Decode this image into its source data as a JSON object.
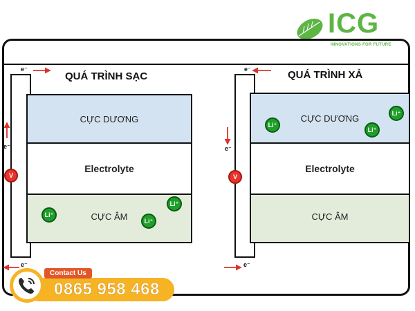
{
  "brand": {
    "name": "ICG",
    "tagline": "INNOVATIONS FOR FUTURE",
    "color": "#5db544",
    "icon": "leaf-logo-icon"
  },
  "charging": {
    "title": "QUÁ TRÌNH SẠC",
    "electron_top": "e⁻",
    "electron_side": "e⁻",
    "electron_bottom": "e⁻",
    "voltmeter": "V",
    "positive": "CỰC DƯƠNG",
    "electrolyte": "Electrolyte",
    "negative": "CỰC ÂM",
    "ion_label": "Li⁺"
  },
  "discharging": {
    "title": "QUÁ TRÌNH XẢ",
    "electron_top": "e⁻",
    "electron_side": "e⁻",
    "electron_bottom": "e⁻",
    "voltmeter": "V",
    "positive": "CỰC DƯƠNG",
    "electrolyte": "Electrolyte",
    "negative": "CỰC ÂM",
    "ion_label": "Li⁺"
  },
  "contact": {
    "label": "Contact Us",
    "phone": "0865 958 468",
    "icon": "phone-icon"
  },
  "colors": {
    "positive_layer": "#d3e3f2",
    "negative_layer": "#e3ecda",
    "ion": "#1f9f2a",
    "arrow": "#d8342a",
    "contact_bar": "#f6b324",
    "contact_tag": "#e0582a"
  }
}
